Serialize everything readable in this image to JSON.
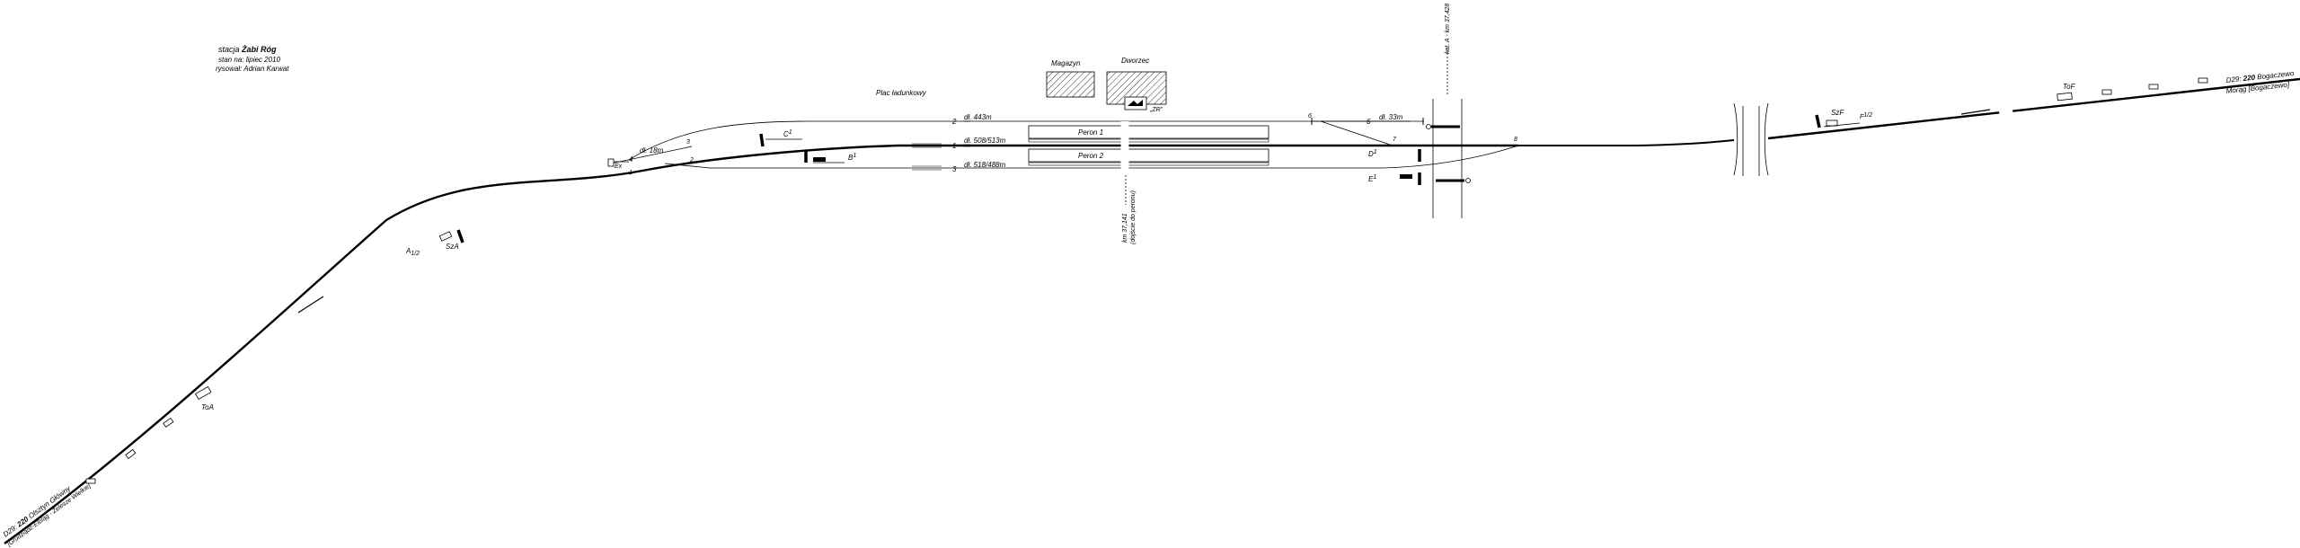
{
  "header": {
    "station_prefix": "stacja ",
    "station_name": "Żabi Róg",
    "status_date": "stan na: lipiec 2010",
    "author": "rysował: Adrian Karwat"
  },
  "areas": {
    "loading_yard": "Plac ładunkowy",
    "warehouse": "Magazyn",
    "station_building": "Dworzec",
    "platform_1": "Peron 1",
    "platform_2": "Peron 2"
  },
  "tracks": {
    "t1_number": "1",
    "t2_number": "2",
    "t3_number": "3",
    "t4_number": "4",
    "t6_number": "6",
    "t2_length": "dł. 443m",
    "t1_length": "dł. 508/513m",
    "t3_length": "dł. 518/488m",
    "t4_length": "dł. 18m",
    "t6_length": "dł. 33m"
  },
  "switches": {
    "sw1": "1",
    "sw2": "2",
    "sw3": "3",
    "sw6": "6",
    "sw7": "7",
    "sw8": "8"
  },
  "signals": {
    "A": "A",
    "A_sub": "1/2",
    "B": "B",
    "B_sub": "1",
    "C": "C",
    "C_sub": "1",
    "D": "D",
    "D_sub": "1",
    "E": "E",
    "E_sub": "1",
    "F": "F",
    "F_sub": "1/2",
    "SzA": "SzA",
    "SzF": "SzF",
    "ToA": "ToA",
    "ToF": "ToF",
    "Ex": "Ex",
    "ZR": "„ZR”"
  },
  "kilometrage": {
    "crossing_km": "kat. A - km 37,428",
    "platform_km": "km 37,141",
    "platform_note": "(dojście do peronu)"
  },
  "lines": {
    "left_line_prefix": "D29: ",
    "left_line_number": "220",
    "left_line_station": " Olsztyn Główny",
    "left_line_alt": "[Grudziądz-Elbląg - Zelesze Wielkie]",
    "right_line_prefix": "D29: ",
    "right_line_number": "220",
    "right_line_station": " Bogaczewo",
    "right_line_alt": "Morąg [Bogaczewo]"
  }
}
